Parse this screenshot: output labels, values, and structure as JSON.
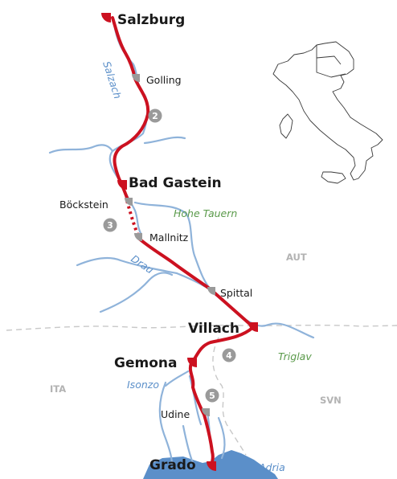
{
  "colors": {
    "route": "#cc1120",
    "river": "#8fb3da",
    "sea": "#5b8fc9",
    "stop_marker": "#9a9a9a",
    "stage_badge": "#9a9a9a",
    "border": "#c8c8c8",
    "country_label": "#b3b3b3",
    "mountain_label": "#5a9a4a"
  },
  "places": {
    "salzburg": "Salzburg",
    "golling": "Golling",
    "bad_gastein": "Bad Gastein",
    "boeckstein": "Böckstein",
    "mallnitz": "Mallnitz",
    "spittal": "Spittal",
    "villach": "Villach",
    "gemona": "Gemona",
    "udine": "Udine",
    "grado": "Grado"
  },
  "waters": {
    "salzach": "Salzach",
    "drau": "Drau",
    "isonzo": "Isonzo",
    "adria": "Adria"
  },
  "regions": {
    "hohe_tauern": "Hohe Tauern",
    "triglav": "Triglav"
  },
  "countries": {
    "aut": "AUT",
    "ita": "ITA",
    "svn": "SVN"
  },
  "stages": [
    "2",
    "3",
    "4",
    "5"
  ],
  "inset": {
    "icon": "italy-locator-map-icon"
  }
}
